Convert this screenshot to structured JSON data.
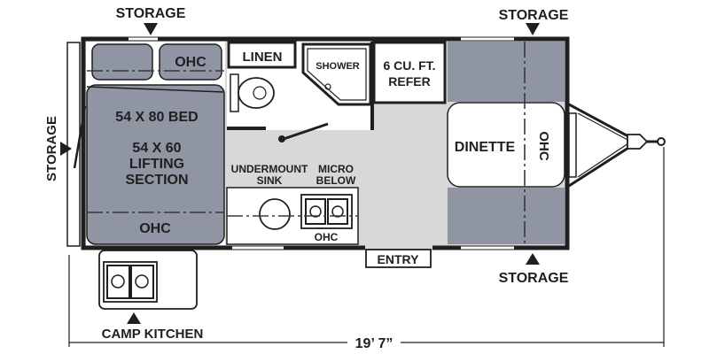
{
  "labels": {
    "storage_top_left": "STORAGE",
    "storage_top_right": "STORAGE",
    "storage_left": "STORAGE",
    "storage_bottom_right": "STORAGE",
    "ohc_bed_top": "OHC",
    "bed": "54 X 80 BED",
    "lifting_1": "54 X 60",
    "lifting_2": "LIFTING",
    "lifting_3": "SECTION",
    "ohc_bed_bottom": "OHC",
    "linen": "LINEN",
    "shower": "SHOWER",
    "refer_1": "6 CU. FT.",
    "refer_2": "REFER",
    "dinette": "DINETTE",
    "ohc_dinette": "OHC",
    "undermount_1": "UNDERMOUNT",
    "undermount_2": "SINK",
    "micro_1": "MICRO",
    "micro_2": "BELOW",
    "ohc_kitchen": "OHC",
    "entry": "ENTRY",
    "camp_kitchen": "CAMP KITCHEN",
    "length": "19’ 7”"
  },
  "colors": {
    "wall": "#1f1f1f",
    "cushion": "#8f95a3",
    "cushion_dark": "#7c8291",
    "floor": "#d8d8d8",
    "white": "#ffffff"
  }
}
